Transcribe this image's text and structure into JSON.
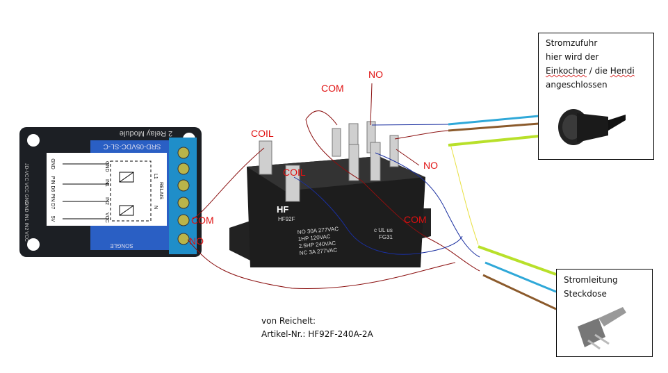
{
  "relay_module": {
    "board_title": "2 Relay Module",
    "relay_model": "SRD-05VDC-SL-C",
    "relay_brand": "SONGLE",
    "left_pins": [
      "GND",
      "PIN D6",
      "PIN D7",
      "5V"
    ],
    "inner_pins": [
      "GND",
      "IN1",
      "IN2",
      "VCC"
    ],
    "relay_labels": [
      "L1",
      "RELAIS",
      "N"
    ],
    "side_header": "JD-VCC VCC GND",
    "bottom_header": "GND IN1 IN2 VCC",
    "terminal_labels": {
      "com": "COM",
      "no": "NO"
    }
  },
  "power_relay": {
    "brand_logo": "HF",
    "model": "HF92F",
    "ratings": [
      "NO 30A 277VAC",
      "1HP 120VAC",
      "2.5HP 240VAC",
      "NC 3A 277VAC"
    ],
    "code": "FG31",
    "cert": "c UL us",
    "pin_labels": {
      "coil_1": "COIL",
      "coil_2": "COIL",
      "com_1": "COM",
      "no_1": "NO",
      "no_2": "NO",
      "com_2": "COM"
    }
  },
  "supply_box": {
    "lines": [
      "Stromzufuhr",
      "hier wird der"
    ],
    "line3_a": "Einkocher",
    "line3_b": " / die ",
    "line3_c": "Hendi",
    "line4": "angeschlossen",
    "icon": "socket-coupler-icon"
  },
  "mains_box": {
    "lines": [
      "Stromleitung",
      "Steckdose"
    ],
    "icon": "schuko-plug-icon"
  },
  "note": {
    "line1": "von Reichelt:",
    "line2": "Artikel-Nr.: HF92F-240A-2A"
  },
  "colors": {
    "label": "#e01010",
    "wire_blue": "#2fa8d8",
    "wire_brown": "#8b5a2b",
    "wire_earth": "#b8e02a",
    "signal_blue": "#1a2fa0",
    "signal_red": "#8b1010"
  }
}
